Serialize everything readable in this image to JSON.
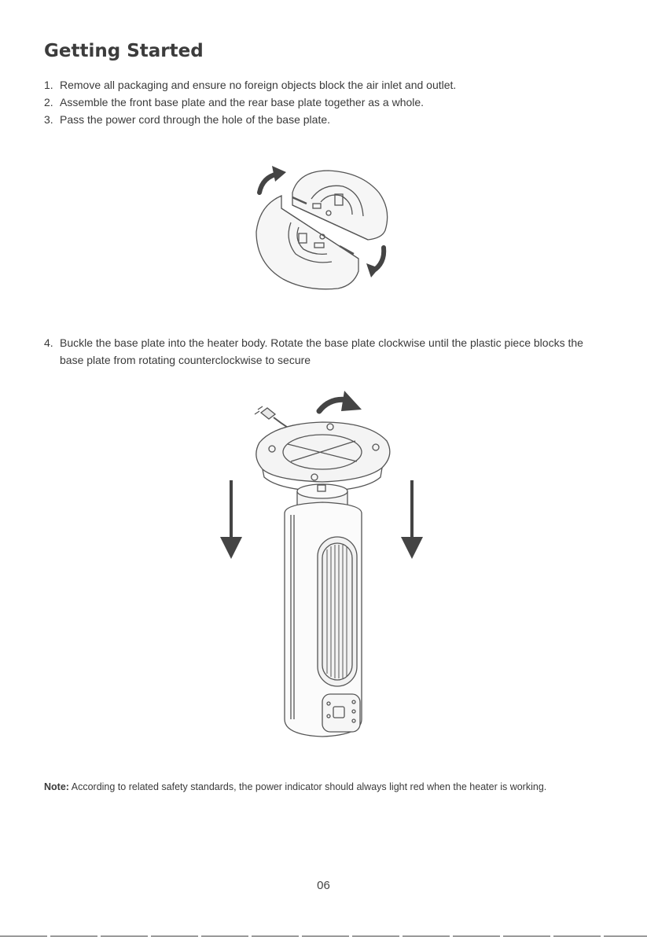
{
  "title": "Getting Started",
  "steps_part1": [
    {
      "num": "1.",
      "text": "Remove all packaging and ensure no foreign objects block the air inlet and outlet."
    },
    {
      "num": "2.",
      "text": "Assemble the front base plate and the rear base plate together as a whole."
    },
    {
      "num": "3.",
      "text": "Pass the power cord through the hole of the base plate."
    }
  ],
  "steps_part2": [
    {
      "num": "4.",
      "text": "Buckle the base plate into the heater body. Rotate the base plate clockwise until the plastic piece blocks the base plate from rotating counterclockwise to secure"
    }
  ],
  "note": {
    "label": "Note:",
    "text": "According to related safety standards, the power indicator should always light red when the heater is working."
  },
  "page_number": "06",
  "icons": {
    "rotate_arrow": "curved-arrow-icon",
    "down_arrow": "arrow-down-icon"
  },
  "colors": {
    "text": "#3a3a3a",
    "arrow": "#444444",
    "line_art": "#555555"
  }
}
